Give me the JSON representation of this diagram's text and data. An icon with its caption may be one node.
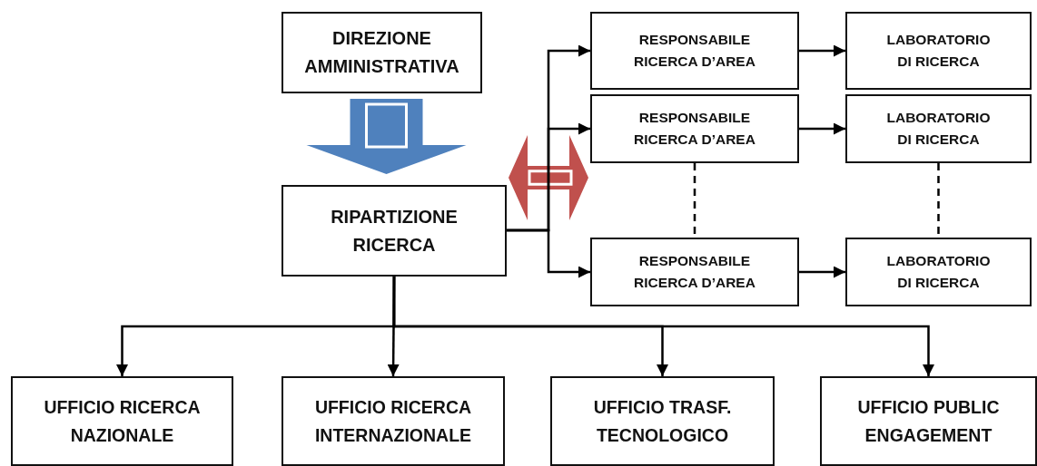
{
  "diagram": {
    "nodes": [
      {
        "text": [
          "DIREZIONE AMMINISTRATIVA"
        ]
      },
      {
        "text": [
          "RIPARTIZIONE RICERCA"
        ]
      },
      {
        "text": [
          "RESPONSABILE RICERCA D’AREA"
        ]
      },
      {
        "text": [
          "LABORATORIO DI RICERCA"
        ]
      },
      {
        "text": [
          "RESPONSABILE RICERCA D’AREA"
        ]
      },
      {
        "text": [
          "LABORATORIO DI RICERCA"
        ]
      },
      {
        "text": [
          "RESPONSABILE RICERCA D’AREA"
        ]
      },
      {
        "text": [
          "LABORATORIO DI RICERCA"
        ]
      },
      {
        "text": [
          "UFFICIO RICERCA NAZIONALE"
        ]
      },
      {
        "text": [
          "UFFICIO RICERCA INTERNAZIONALE"
        ]
      },
      {
        "text": [
          "UFFICIO TRASF. TECNOLOGICO"
        ]
      },
      {
        "text": [
          "UFFICIO PUBLIC ENGAGEMENT"
        ]
      }
    ],
    "edges": [
      {
        "from": 0,
        "to": 1,
        "arrow": "to",
        "style": "thick",
        "color": "#4f81bd"
      },
      {
        "from": 1,
        "to": 4,
        "arrow": "both",
        "style": "thick",
        "color": "#c0504d"
      },
      {
        "from": 1,
        "to": 2,
        "arrow": "to"
      },
      {
        "from": 1,
        "to": 4,
        "arrow": "to"
      },
      {
        "from": 1,
        "to": 6,
        "arrow": "to"
      },
      {
        "from": 2,
        "to": 3,
        "arrow": "to"
      },
      {
        "from": 4,
        "to": 5,
        "arrow": "to"
      },
      {
        "from": 6,
        "to": 7,
        "arrow": "to"
      },
      {
        "from": 4,
        "to": 6,
        "arrow": "none",
        "style": "dashed"
      },
      {
        "from": 5,
        "to": 7,
        "arrow": "none",
        "style": "dashed"
      },
      {
        "from": 1,
        "to": 8,
        "arrow": "to"
      },
      {
        "from": 1,
        "to": 9,
        "arrow": "to"
      },
      {
        "from": 1,
        "to": 10,
        "arrow": "to"
      },
      {
        "from": 1,
        "to": 11,
        "arrow": "to"
      }
    ]
  }
}
